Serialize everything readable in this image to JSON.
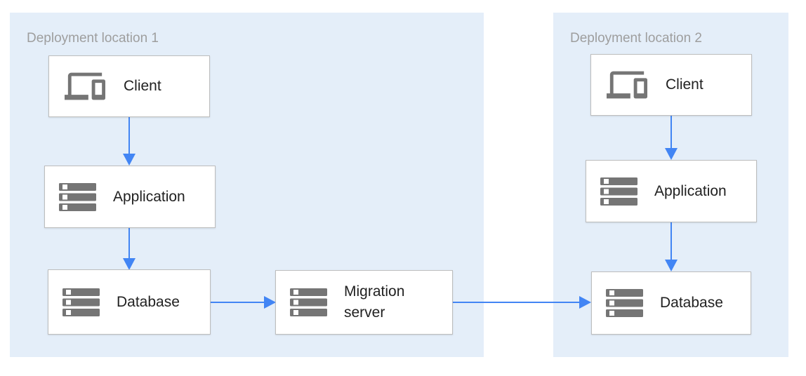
{
  "diagram": {
    "title": "",
    "regions": {
      "loc1": {
        "label": "Deployment location 1"
      },
      "loc2": {
        "label": "Deployment location 2"
      }
    },
    "nodes": {
      "client1": {
        "label": "Client",
        "icon": "devices-icon",
        "region": "loc1"
      },
      "app1": {
        "label": "Application",
        "icon": "server-rack-icon",
        "region": "loc1"
      },
      "db1": {
        "label": "Database",
        "icon": "server-rack-icon",
        "region": "loc1"
      },
      "migration": {
        "label": "Migration server",
        "icon": "server-rack-icon",
        "region": "loc1"
      },
      "client2": {
        "label": "Client",
        "icon": "devices-icon",
        "region": "loc2"
      },
      "app2": {
        "label": "Application",
        "icon": "server-rack-icon",
        "region": "loc2"
      },
      "db2": {
        "label": "Database",
        "icon": "server-rack-icon",
        "region": "loc2"
      }
    },
    "edges": [
      {
        "from": "client1",
        "to": "app1",
        "direction": "down"
      },
      {
        "from": "app1",
        "to": "db1",
        "direction": "down"
      },
      {
        "from": "db1",
        "to": "migration",
        "direction": "right"
      },
      {
        "from": "migration",
        "to": "db2",
        "direction": "right"
      },
      {
        "from": "client2",
        "to": "app2",
        "direction": "down"
      },
      {
        "from": "app2",
        "to": "db2",
        "direction": "down"
      }
    ],
    "colors": {
      "region_bg": "#E4EEF9",
      "node_bg": "#FFFFFF",
      "node_border": "#BDBDBD",
      "arrow": "#4285F4",
      "icon": "#757575",
      "region_label": "#9E9E9E",
      "node_label": "#212121"
    }
  }
}
